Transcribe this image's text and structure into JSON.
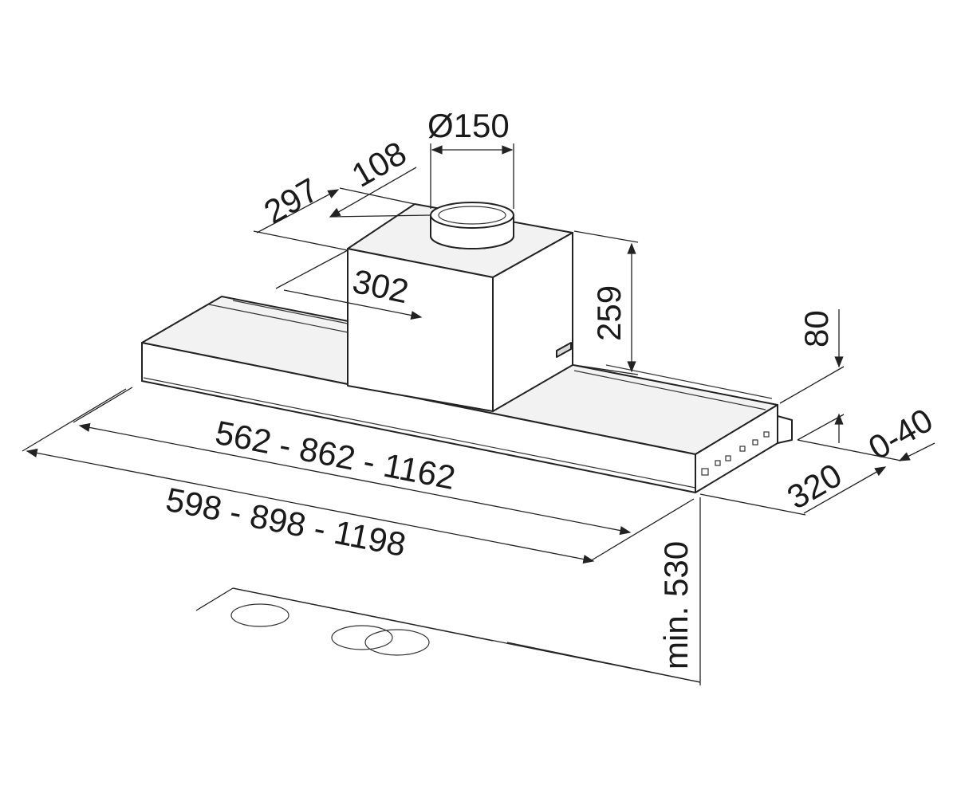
{
  "dimensions": {
    "duct_diameter": "Ø150",
    "depth_297": "297",
    "offset_108": "108",
    "width_302": "302",
    "height_259": "259",
    "height_80": "80",
    "overhang_0_40": "0-40",
    "depth_320": "320",
    "inner_width": "562 - 862 - 1162",
    "outer_width": "598 - 898 - 1198",
    "min_height": "min. 530"
  }
}
